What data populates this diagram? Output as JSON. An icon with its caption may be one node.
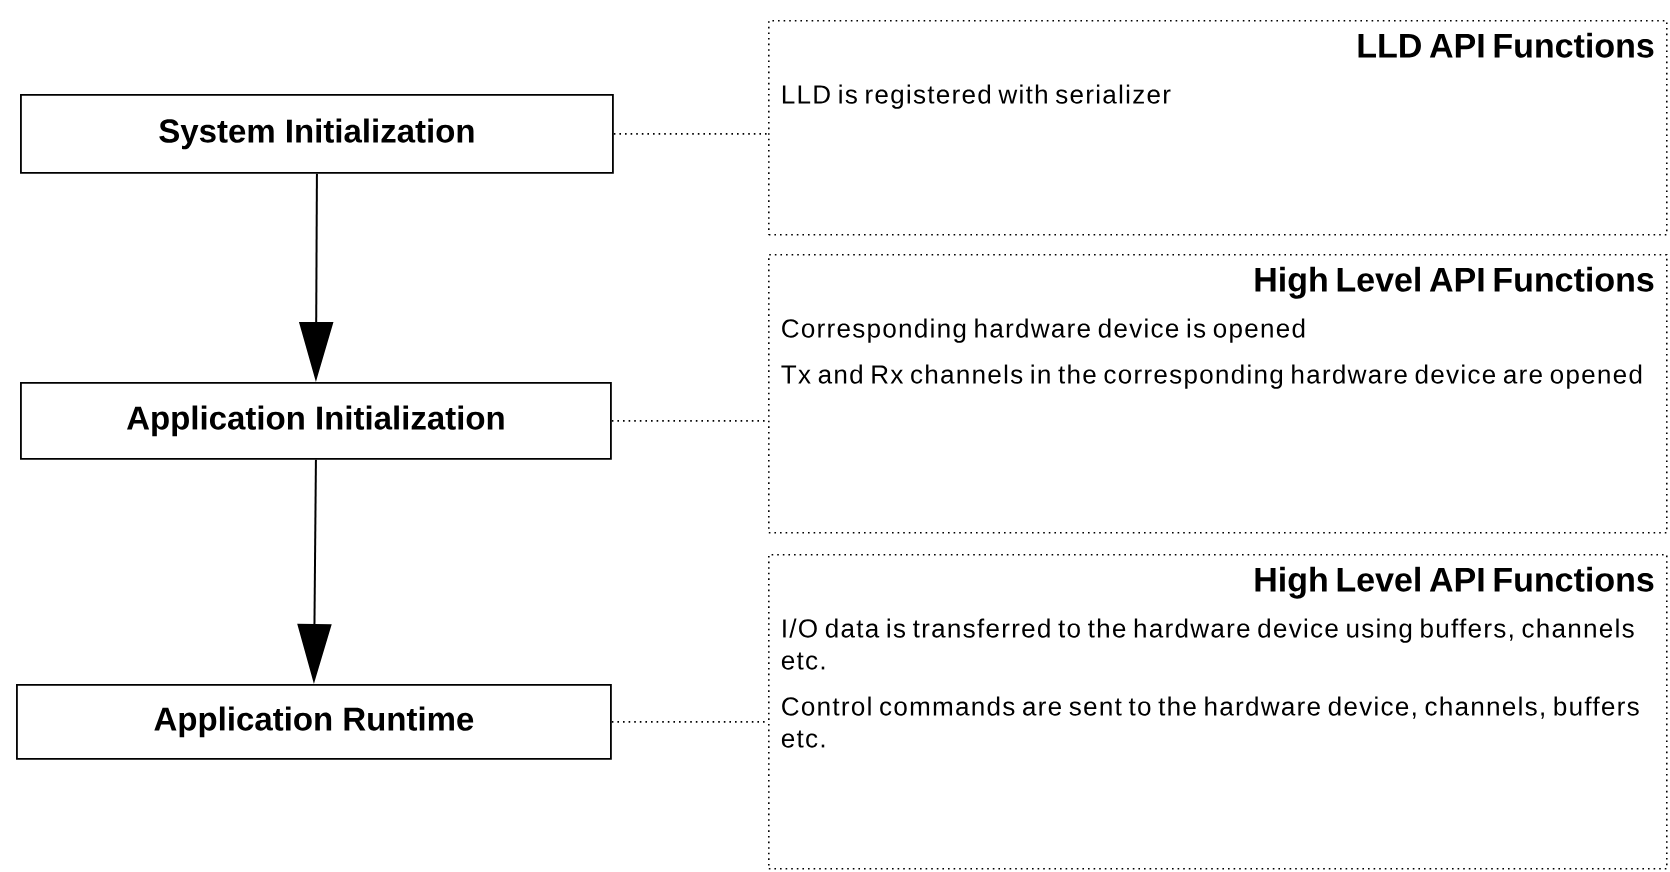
{
  "diagram": {
    "nodes": [
      {
        "text": [
          "System Initialization"
        ]
      },
      {
        "text": [
          "Application Initialization"
        ]
      },
      {
        "text": [
          "Application Runtime"
        ]
      },
      {
        "text": [
          "LLD API Functions",
          "LLD is registered with serializer"
        ]
      },
      {
        "text": [
          "High Level API Functions",
          "Corresponding hardware device is opened",
          "Tx and Rx channels in the corresponding hardware device are opened"
        ]
      },
      {
        "text": [
          "High Level API Functions",
          "I/O data is transferred to the hardware device using buffers, channels etc.",
          "Control commands are sent to the hardware device, channels, buffers etc."
        ]
      }
    ],
    "edges": [
      {
        "from": 0,
        "to": 1,
        "arrow": "to"
      },
      {
        "from": 1,
        "to": 2,
        "arrow": "to"
      },
      {
        "from": 0,
        "to": 3,
        "arrow": "none",
        "style": "dashed"
      },
      {
        "from": 1,
        "to": 4,
        "arrow": "none",
        "style": "dashed"
      },
      {
        "from": 2,
        "to": 5,
        "arrow": "none",
        "style": "dashed"
      }
    ]
  }
}
